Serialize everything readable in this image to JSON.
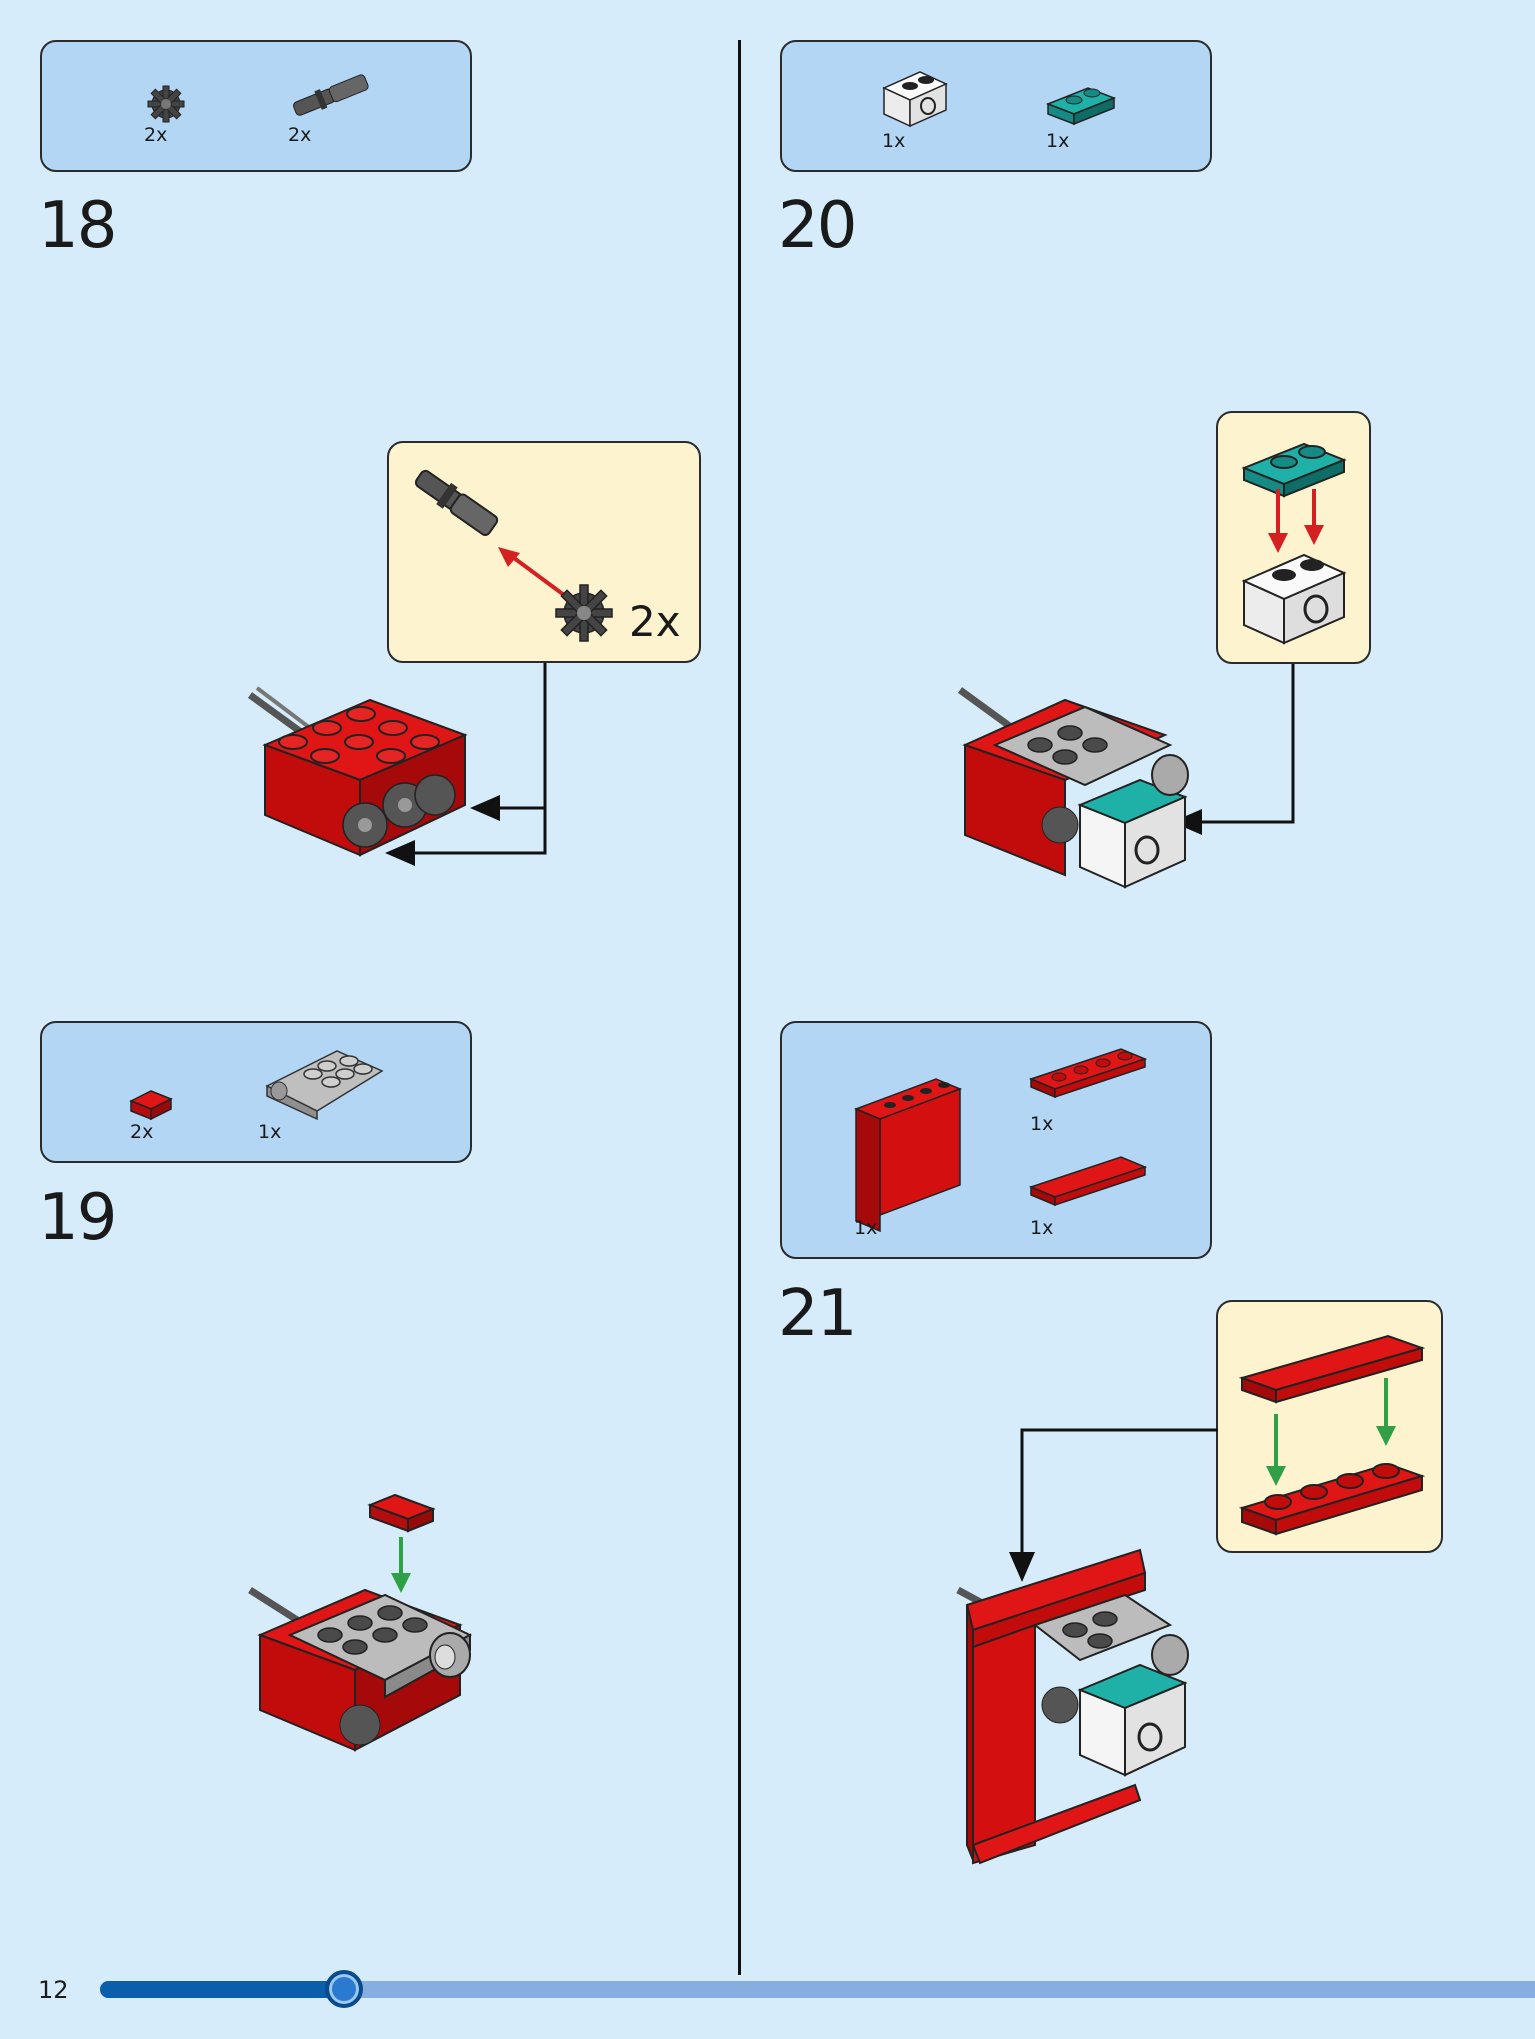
{
  "page": {
    "number": "12",
    "progress": 0.1
  },
  "steps": [
    {
      "number": "18",
      "parts": [
        {
          "icon": "gear-part",
          "qty": "2x"
        },
        {
          "icon": "axle-part",
          "qty": "2x"
        }
      ],
      "callout_qty": "2x"
    },
    {
      "number": "19",
      "parts": [
        {
          "icon": "red-plate-1x2",
          "qty": "2x"
        },
        {
          "icon": "grey-plate-pin",
          "qty": "1x"
        }
      ]
    },
    {
      "number": "20",
      "parts": [
        {
          "icon": "white-technic-brick",
          "qty": "1x"
        },
        {
          "icon": "teal-plate-1x2",
          "qty": "1x"
        }
      ]
    },
    {
      "number": "21",
      "parts": [
        {
          "icon": "red-panel",
          "qty": "1x"
        },
        {
          "icon": "red-plate-1x4",
          "qty": "1x"
        },
        {
          "icon": "red-tile-1x4",
          "qty": "1x"
        }
      ]
    }
  ],
  "colors": {
    "background": "#d6ecfa",
    "parts_box": "#b3d6f5",
    "callout": "#fdf4cf",
    "brick_red": "#d40f0f",
    "teal": "#1d9e98",
    "progress": "#0a5eab"
  }
}
